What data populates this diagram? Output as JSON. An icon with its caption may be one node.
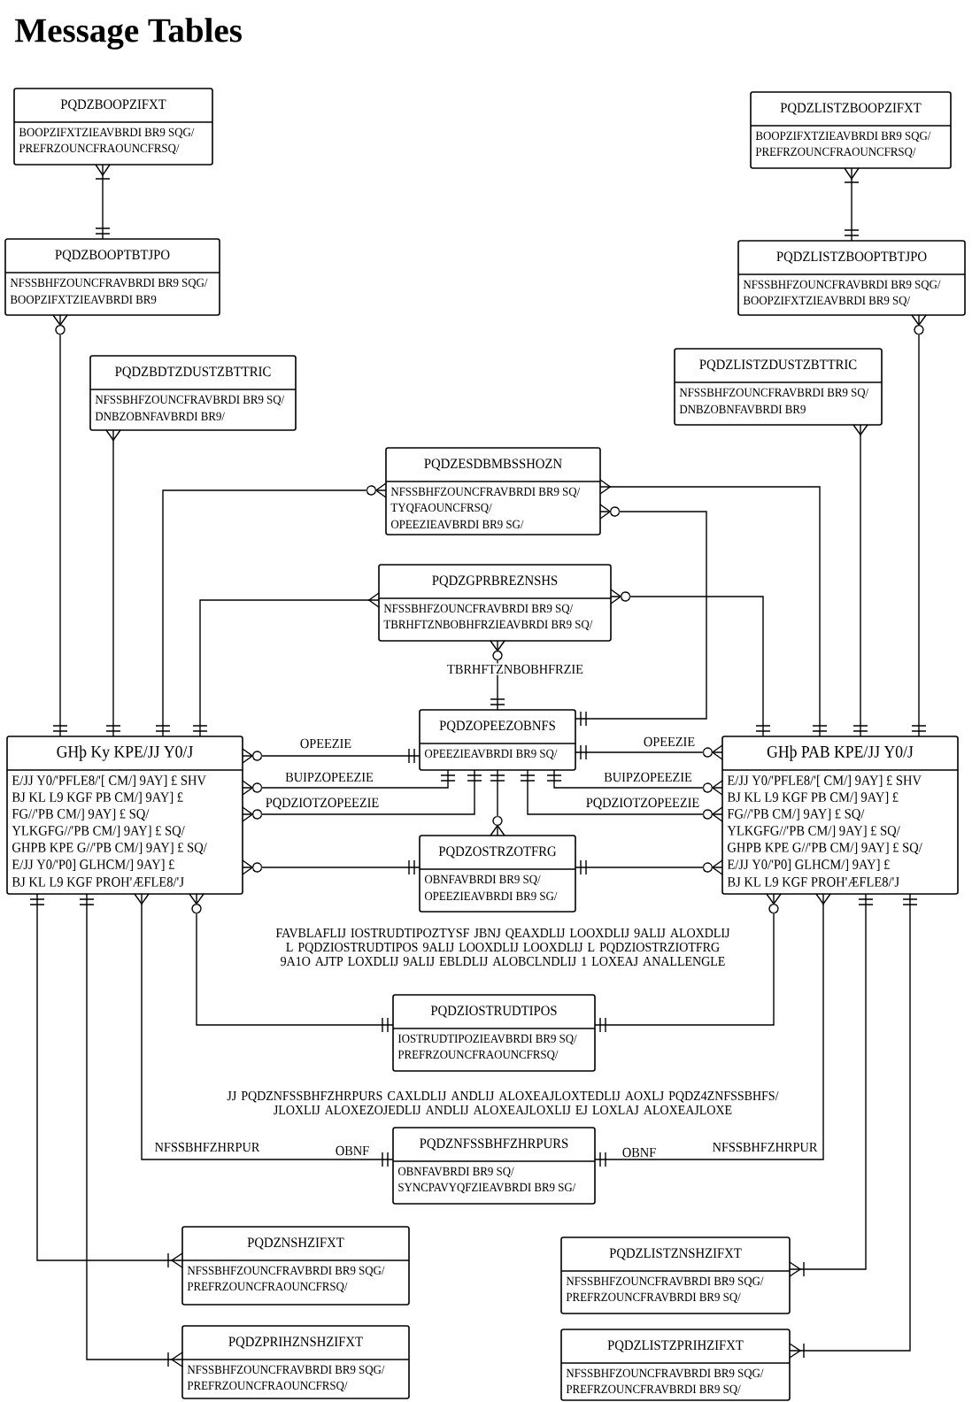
{
  "diagram": {
    "title": "Message Tables",
    "nodes": [
      {
        "text": [
          "PQDZBOOPZIFXT",
          "BOOPZIFXTZIEAVBRDI BR9 SQG/",
          "PREFRZOUNCFRAOUNCFRSQ/"
        ]
      },
      {
        "text": [
          "PQDZLISTZBOOPZIFXT",
          "BOOPZIFXTZIEAVBRDI BR9 SQG/",
          "PREFRZOUNCFRAOUNCFRSQ/"
        ]
      },
      {
        "text": [
          "PQDZBOOPTBTJPO",
          "NFSSBHFZOUNCFRAVBRDI BR9 SQG/",
          "BOOPZIFXTZIEAVBRDI BR9"
        ]
      },
      {
        "text": [
          "PQDZLISTZBOOPTBTJPO",
          "NFSSBHFZOUNCFRAVBRDI BR9 SQG/",
          "BOOPZIFXTZIEAVBRDI BR9 SQ/"
        ]
      },
      {
        "text": [
          "PQDZBDTZDUSTZBTTRIC",
          "NFSSBHFZOUNCFRAVBRDI BR9 SQ/",
          "DNBZOBNFAVBRDI BR9/"
        ]
      },
      {
        "text": [
          "PQDZLISTZDUSTZBTTRIC",
          "NFSSBHFZOUNCFRAVBRDI BR9 SQ/",
          "DNBZOBNFAVBRDI BR9"
        ]
      },
      {
        "text": [
          "PQDZESDBMBSSHOZN",
          "NFSSBHFZOUNCFRAVBRDI BR9 SQ/",
          "TYQFAOUNCFRSQ/",
          "OPEEZIEAVBRDI BR9 SG/"
        ]
      },
      {
        "text": [
          "PQDZGPRBREZNSHS",
          "NFSSBHFZOUNCFRAVBRDI BR9 SQ/",
          "TBRHFTZNBOBHFRZIEAVBRDI BR9 SQ/"
        ]
      },
      {
        "text": [
          "PQDZOPEEZOBNFS",
          "OPEEZIEAVBRDI BR9 SQ/"
        ]
      },
      {
        "text": [
          "GHþ Ky KPE/JJ Y0/J",
          "E/JJ Y0/'PFLE8/'[ CM/] 9AY] £ SHV",
          "BJ KL L9 KGF PB CM/] 9AY] £",
          "FG//'PB CM/] 9AY] £ SQ/",
          "YLKGFG//'PB CM/] 9AY] £ SQ/",
          "GHPB KPE G//'PB CM/] 9AY] £ SQ/",
          "E/JJ Y0/'P0] GLHCM/] 9AY] £",
          "BJ KL L9 KGF PROH'ÆFLE8/'J"
        ]
      },
      {
        "text": [
          "GHþ PAB KPE/JJ Y0/J",
          "E/JJ Y0/'PFLE8/'[ CM/] 9AY] £ SHV",
          "BJ KL L9 KGF PB CM/] 9AY] £",
          "FG//'PB CM/] 9AY] £ SQ/",
          "YLKGFG//'PB CM/] 9AY] £ SQ/",
          "GHPB KPE G//'PB CM/] 9AY] £ SQ/",
          "E/JJ Y0/'P0] GLHCM/] 9AY] £",
          "BJ KL L9 KGF PROH'ÆFLE8/'J"
        ]
      },
      {
        "text": [
          "PQDZOSTRZOTFRG",
          "OBNFAVBRDI BR9 SQ/",
          "OPEEZIEAVBRDI BR9 SG/"
        ]
      },
      {
        "text": [
          "PQDZIOSTRUDTIPOS",
          "IOSTRUDTIPOZIEAVBRDI BR9 SQ/",
          "PREFRZOUNCFRAOUNCFRSQ/"
        ]
      },
      {
        "text": [
          "PQDZNFSSBHFZHRPURS",
          "OBNFAVBRDI BR9 SQ/",
          "SYNCPAVYQFZIEAVBRDI BR9 SG/"
        ]
      },
      {
        "text": [
          "PQDZNSHZIFXT",
          "NFSSBHFZOUNCFRAVBRDI BR9 SQG/",
          "PREFRZOUNCFRAOUNCFRSQ/"
        ]
      },
      {
        "text": [
          "PQDZLISTZNSHZIFXT",
          "NFSSBHFZOUNCFRAVBRDI BR9 SQG/",
          "PREFRZOUNCFRAVBRDI BR9 SQ/"
        ]
      },
      {
        "text": [
          "PQDZPRIHZNSHZIFXT",
          "NFSSBHFZOUNCFRAVBRDI BR9 SQG/",
          "PREFRZOUNCFRAOUNCFRSQ/"
        ]
      },
      {
        "text": [
          "PQDZLISTZPRIHZIFXT",
          "NFSSBHFZOUNCFRAVBRDI BR9 SQG/",
          "PREFRZOUNCFRAVBRDI BR9 SQ/"
        ]
      }
    ],
    "edges": [
      {
        "from": 0,
        "to": 2,
        "arrow": "other"
      },
      {
        "from": 1,
        "to": 3,
        "arrow": "other"
      },
      {
        "from": 2,
        "to": 9,
        "arrow": "other"
      },
      {
        "from": 3,
        "to": 10,
        "arrow": "other"
      },
      {
        "from": 4,
        "to": 9,
        "arrow": "other"
      },
      {
        "from": 5,
        "to": 10,
        "arrow": "other"
      },
      {
        "from": 6,
        "to": 9,
        "arrow": "other"
      },
      {
        "from": 6,
        "to": 10,
        "arrow": "other"
      },
      {
        "from": 6,
        "to": 8,
        "arrow": "other"
      },
      {
        "from": 7,
        "to": 9,
        "arrow": "other"
      },
      {
        "from": 7,
        "to": 10,
        "arrow": "other"
      },
      {
        "from": 7,
        "to": 8,
        "arrow": "other",
        "label": "TBRHFTZNBOBHFRZIE"
      },
      {
        "from": 9,
        "to": 8,
        "arrow": "other",
        "label": "OPEEZIE"
      },
      {
        "from": 9,
        "to": 8,
        "arrow": "other",
        "label": "BUIPZOPEEZIE"
      },
      {
        "from": 9,
        "to": 8,
        "arrow": "other",
        "label": "PQDZIOTZOPEEZIE"
      },
      {
        "from": 10,
        "to": 8,
        "arrow": "other",
        "label": "OPEEZIE"
      },
      {
        "from": 10,
        "to": 8,
        "arrow": "other",
        "label": "BUIPZOPEEZIE"
      },
      {
        "from": 10,
        "to": 8,
        "arrow": "other",
        "label": "PQDZIOTZOPEEZIE"
      },
      {
        "from": 8,
        "to": 11,
        "arrow": "other"
      },
      {
        "from": 9,
        "to": 11,
        "arrow": "other"
      },
      {
        "from": 10,
        "to": 11,
        "arrow": "other"
      },
      {
        "from": 9,
        "to": 12,
        "arrow": "other"
      },
      {
        "from": 10,
        "to": 12,
        "arrow": "other"
      },
      {
        "from": 9,
        "to": 13,
        "arrow": "other",
        "label": "NFSSBHFZHRPUR"
      },
      {
        "from": 10,
        "to": 13,
        "arrow": "other",
        "label": "NFSSBHFZHRPUR"
      },
      {
        "from": 9,
        "to": 14,
        "arrow": "other"
      },
      {
        "from": 9,
        "to": 16,
        "arrow": "other"
      },
      {
        "from": 10,
        "to": 15,
        "arrow": "other"
      },
      {
        "from": 10,
        "to": 17,
        "arrow": "other"
      }
    ],
    "labels": [
      "FAVBLAFLIJ IOSTRUDTIPOZTYSF JBNJ QEAXDLIJ LOOXDLIJ 9ALIJ ALOXDLIJ L PQDZIOSTRUDTIPOS 9ALIJ LOOXDLIJ LOOXDLIJ L PQDZIOSTRZIOTFRG 9A1O AJTP LOXDLIJ 9ALIJ EBLDLIJ ALOBCLNDLIJ 1 LOXEAJ ANALLENGLE",
      "JJ PQDZNFSSBHFZHRPURS CAXLDLIJ ANDLIJ ALOXEAJLOXTEDLIJ AOXLJ PQDZ4ZNFSSBHFS/ JLOXLIJ ALOXEZOJEDLIJ ANDLIJ ALOXEAJLOXLIJ EJ LOXLAJ ALOXEAJLOXE",
      "OBNF",
      "OBNF"
    ]
  }
}
